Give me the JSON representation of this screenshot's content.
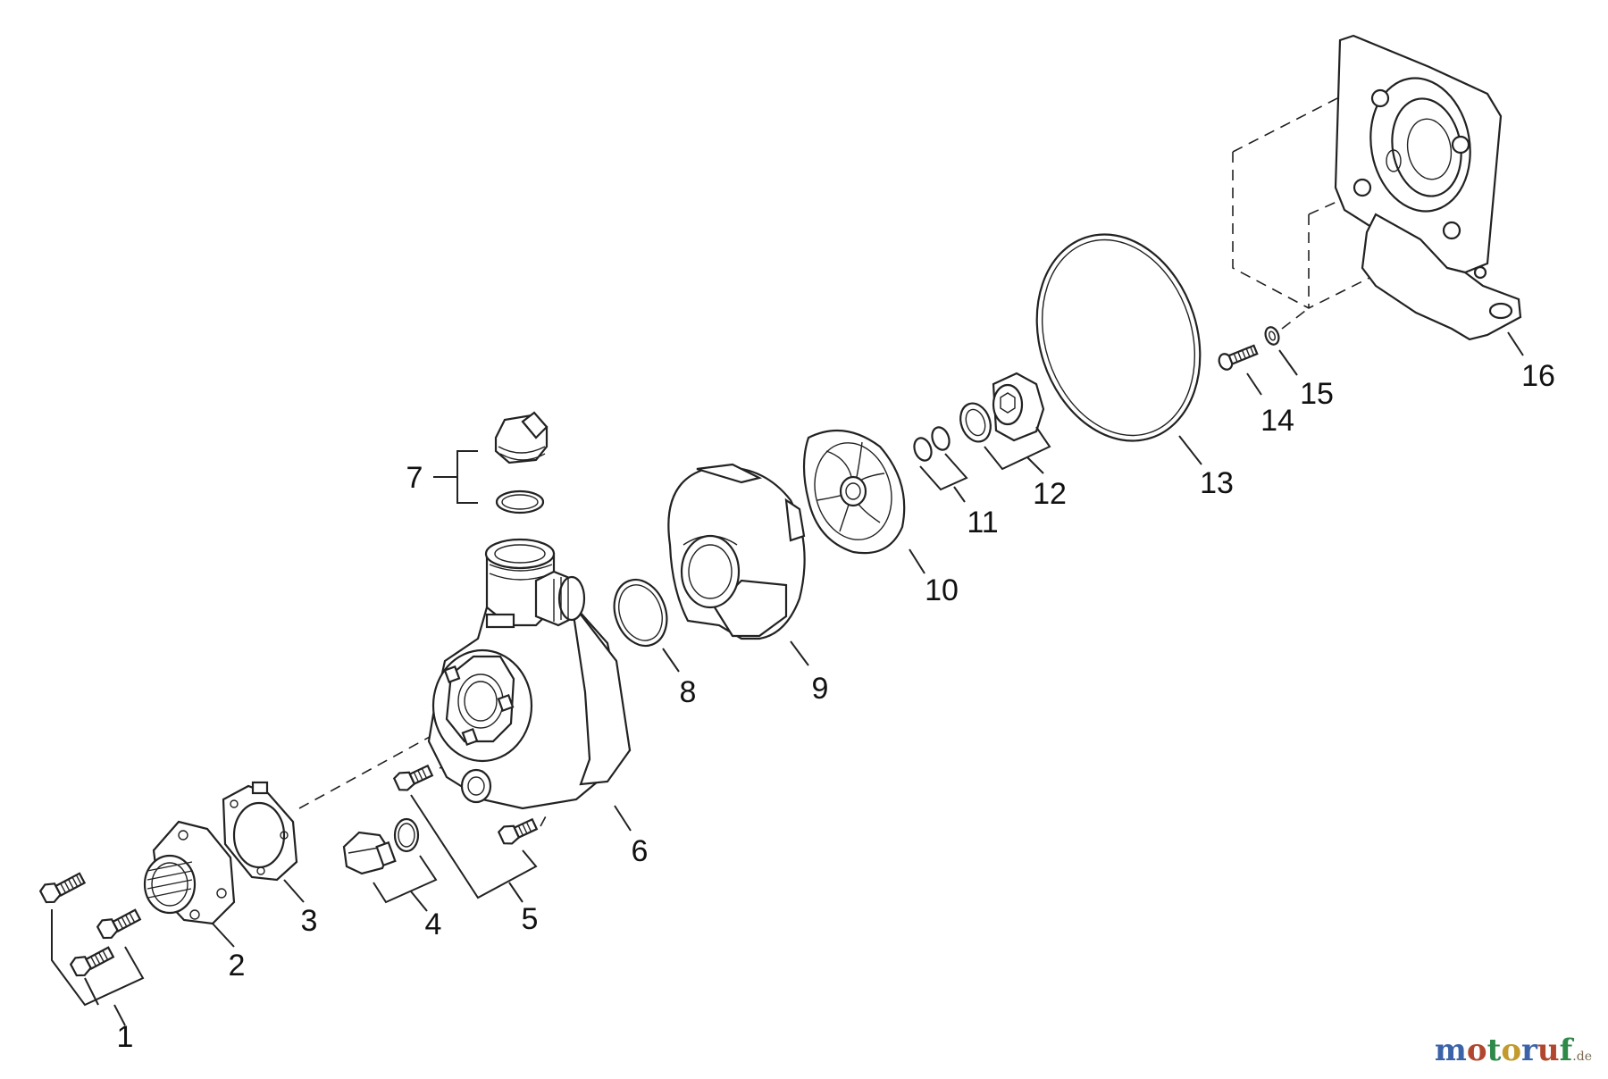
{
  "labels": {
    "p1": "1",
    "p2": "2",
    "p3": "3",
    "p4": "4",
    "p5": "5",
    "p6": "6",
    "p7": "7",
    "p8": "8",
    "p9": "9",
    "p10": "10",
    "p11": "11",
    "p12": "12",
    "p13": "13",
    "p14": "14",
    "p15": "15",
    "p16": "16"
  },
  "watermark": {
    "main": "motoruf",
    "suffix": ".de",
    "colors": [
      "#3b63a8",
      "#b0482f",
      "#2f8a4a",
      "#c29a2d"
    ]
  }
}
